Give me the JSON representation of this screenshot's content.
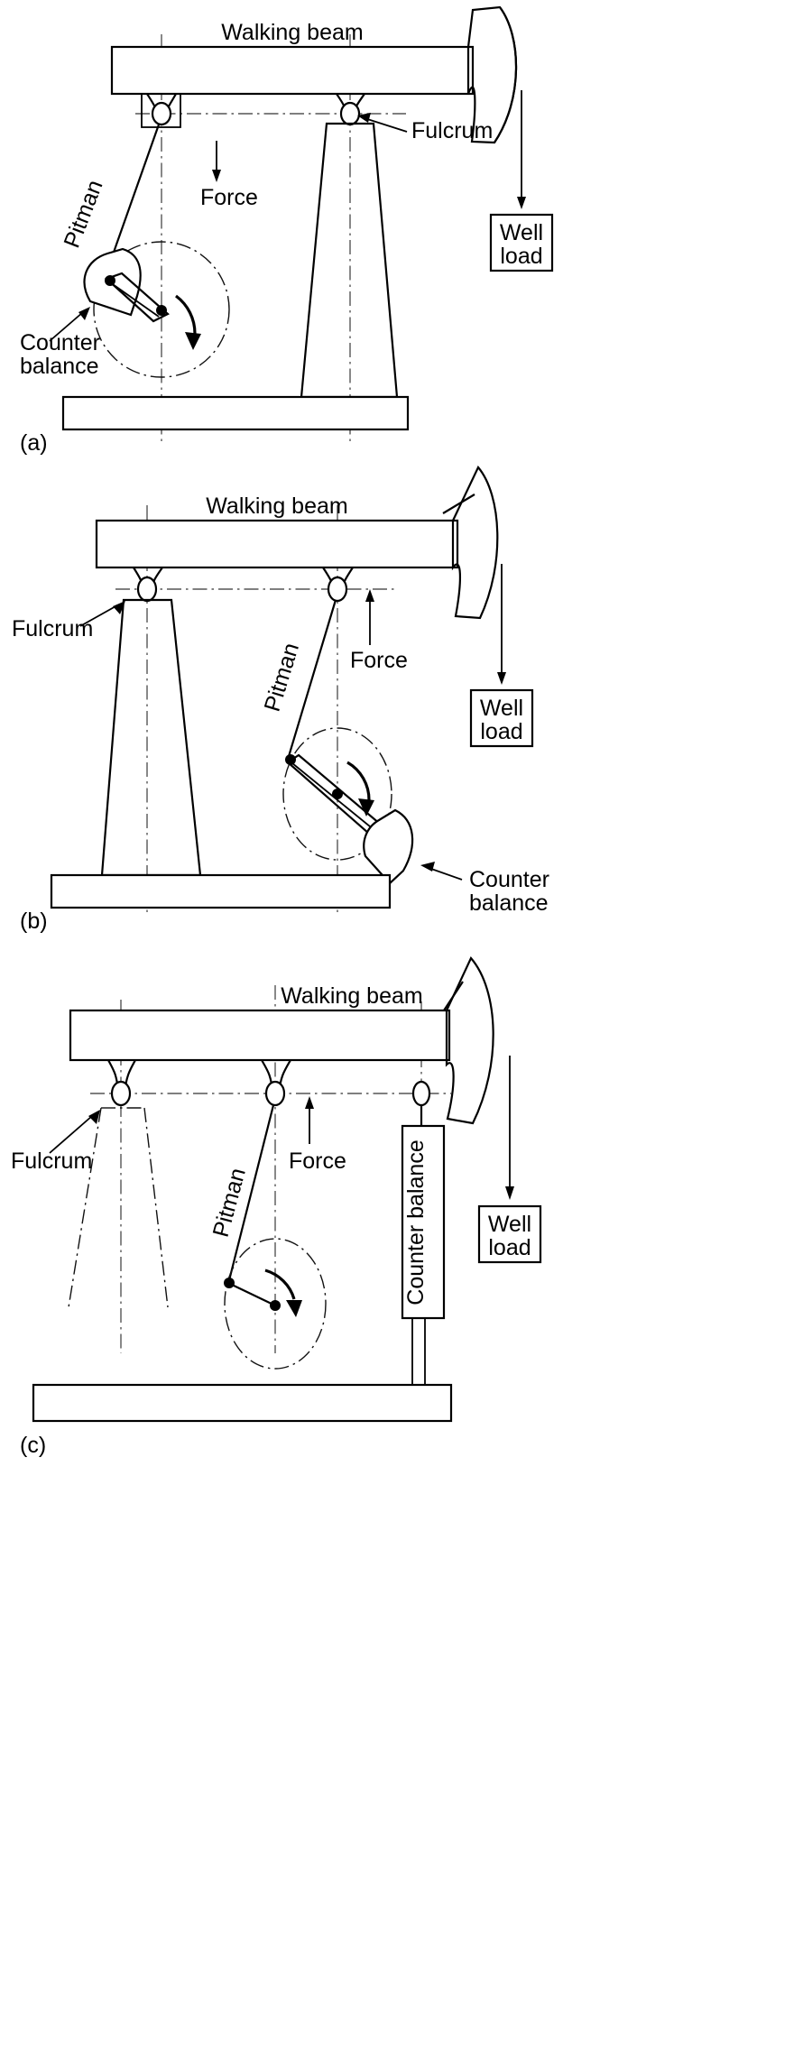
{
  "figure": {
    "type": "engineering-diagram",
    "subject": "Beam pumping unit counterbalance arrangements",
    "panel_count": 3
  },
  "labels": {
    "walking_beam": "Walking beam",
    "pitman": "Pitman",
    "force": "Force",
    "fulcrum": "Fulcrum",
    "counter_balance_line1": "Counter",
    "counter_balance_line2": "balance",
    "counter_balance_inline": "Counter balance",
    "well_load_line1": "Well",
    "well_load_line2": "load"
  },
  "panels": [
    {
      "id": "a",
      "caption": "(a)",
      "description": "Crank (beam) counterbalance on the pitman side, Samson post on the right",
      "elements": {
        "walking_beam": "Walking beam",
        "pitman": "Pitman",
        "force": "Force",
        "fulcrum": "Fulcrum",
        "counter_balance": [
          "Counter",
          "balance"
        ],
        "well_load": [
          "Well",
          "load"
        ]
      }
    },
    {
      "id": "b",
      "caption": "(b)",
      "description": "Samson post on the left, crank counterbalance on the pitman at right",
      "elements": {
        "walking_beam": "Walking beam",
        "pitman": "Pitman",
        "force": "Force",
        "fulcrum": "Fulcrum",
        "counter_balance": [
          "Counter",
          "balance"
        ],
        "well_load": [
          "Well",
          "load"
        ]
      }
    },
    {
      "id": "c",
      "caption": "(c)",
      "description": "Air/weight counterbalance hung from the beam between pitman and horsehead",
      "elements": {
        "walking_beam": "Walking beam",
        "pitman": "Pitman",
        "force": "Force",
        "fulcrum": "Fulcrum",
        "counter_balance": "Counter balance",
        "well_load": [
          "Well",
          "load"
        ]
      }
    }
  ],
  "colors": {
    "line": "#000000",
    "centerline": "#555555",
    "background": "#ffffff"
  }
}
